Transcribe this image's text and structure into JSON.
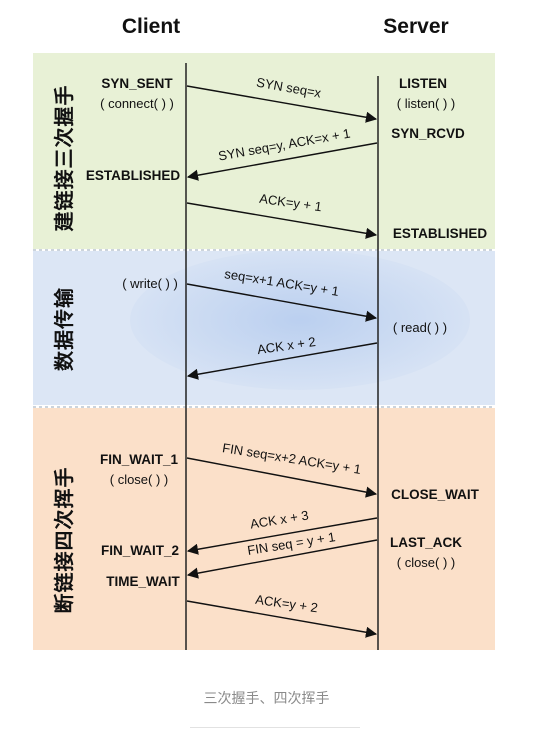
{
  "header": {
    "client": "Client",
    "server": "Server"
  },
  "phases": [
    {
      "label": "建链接三次握手",
      "color": "#e8f1d6",
      "client_states": [
        {
          "text": "SYN_SENT",
          "bold": true
        },
        {
          "text": "( connect( ) )",
          "bold": false
        },
        {
          "text": "ESTABLISHED",
          "bold": true
        }
      ],
      "server_states": [
        {
          "text": "LISTEN",
          "bold": true
        },
        {
          "text": "( listen( ) )",
          "bold": false
        },
        {
          "text": "SYN_RCVD",
          "bold": true
        },
        {
          "text": "ESTABLISHED",
          "bold": true
        }
      ],
      "messages": [
        {
          "text": "SYN seq=x",
          "direction": "to-server"
        },
        {
          "text": "SYN seq=y, ACK=x + 1",
          "direction": "to-client"
        },
        {
          "text": "ACK=y + 1",
          "direction": "to-server"
        }
      ]
    },
    {
      "label": "数据传输",
      "color": "#dce6f5",
      "client_states": [
        {
          "text": "( write( ) )",
          "bold": false
        }
      ],
      "server_states": [
        {
          "text": "( read( ) )",
          "bold": false
        }
      ],
      "messages": [
        {
          "text": "seq=x+1 ACK=y + 1",
          "direction": "to-server"
        },
        {
          "text": "ACK x + 2",
          "direction": "to-client"
        }
      ]
    },
    {
      "label": "断链接四次挥手",
      "color": "#fbe0c9",
      "client_states": [
        {
          "text": "FIN_WAIT_1",
          "bold": true
        },
        {
          "text": "( close( ) )",
          "bold": false
        },
        {
          "text": "FIN_WAIT_2",
          "bold": true
        },
        {
          "text": "TIME_WAIT",
          "bold": true
        }
      ],
      "server_states": [
        {
          "text": "CLOSE_WAIT",
          "bold": true
        },
        {
          "text": "LAST_ACK",
          "bold": true
        },
        {
          "text": "( close( ) )",
          "bold": false
        }
      ],
      "messages": [
        {
          "text": "FIN seq=x+2 ACK=y + 1",
          "direction": "to-server"
        },
        {
          "text": "ACK x + 3",
          "direction": "to-client"
        },
        {
          "text": "FIN seq = y + 1",
          "direction": "to-client"
        },
        {
          "text": "ACK=y + 2",
          "direction": "to-server"
        }
      ]
    }
  ],
  "caption": "三次握手、四次挥手"
}
